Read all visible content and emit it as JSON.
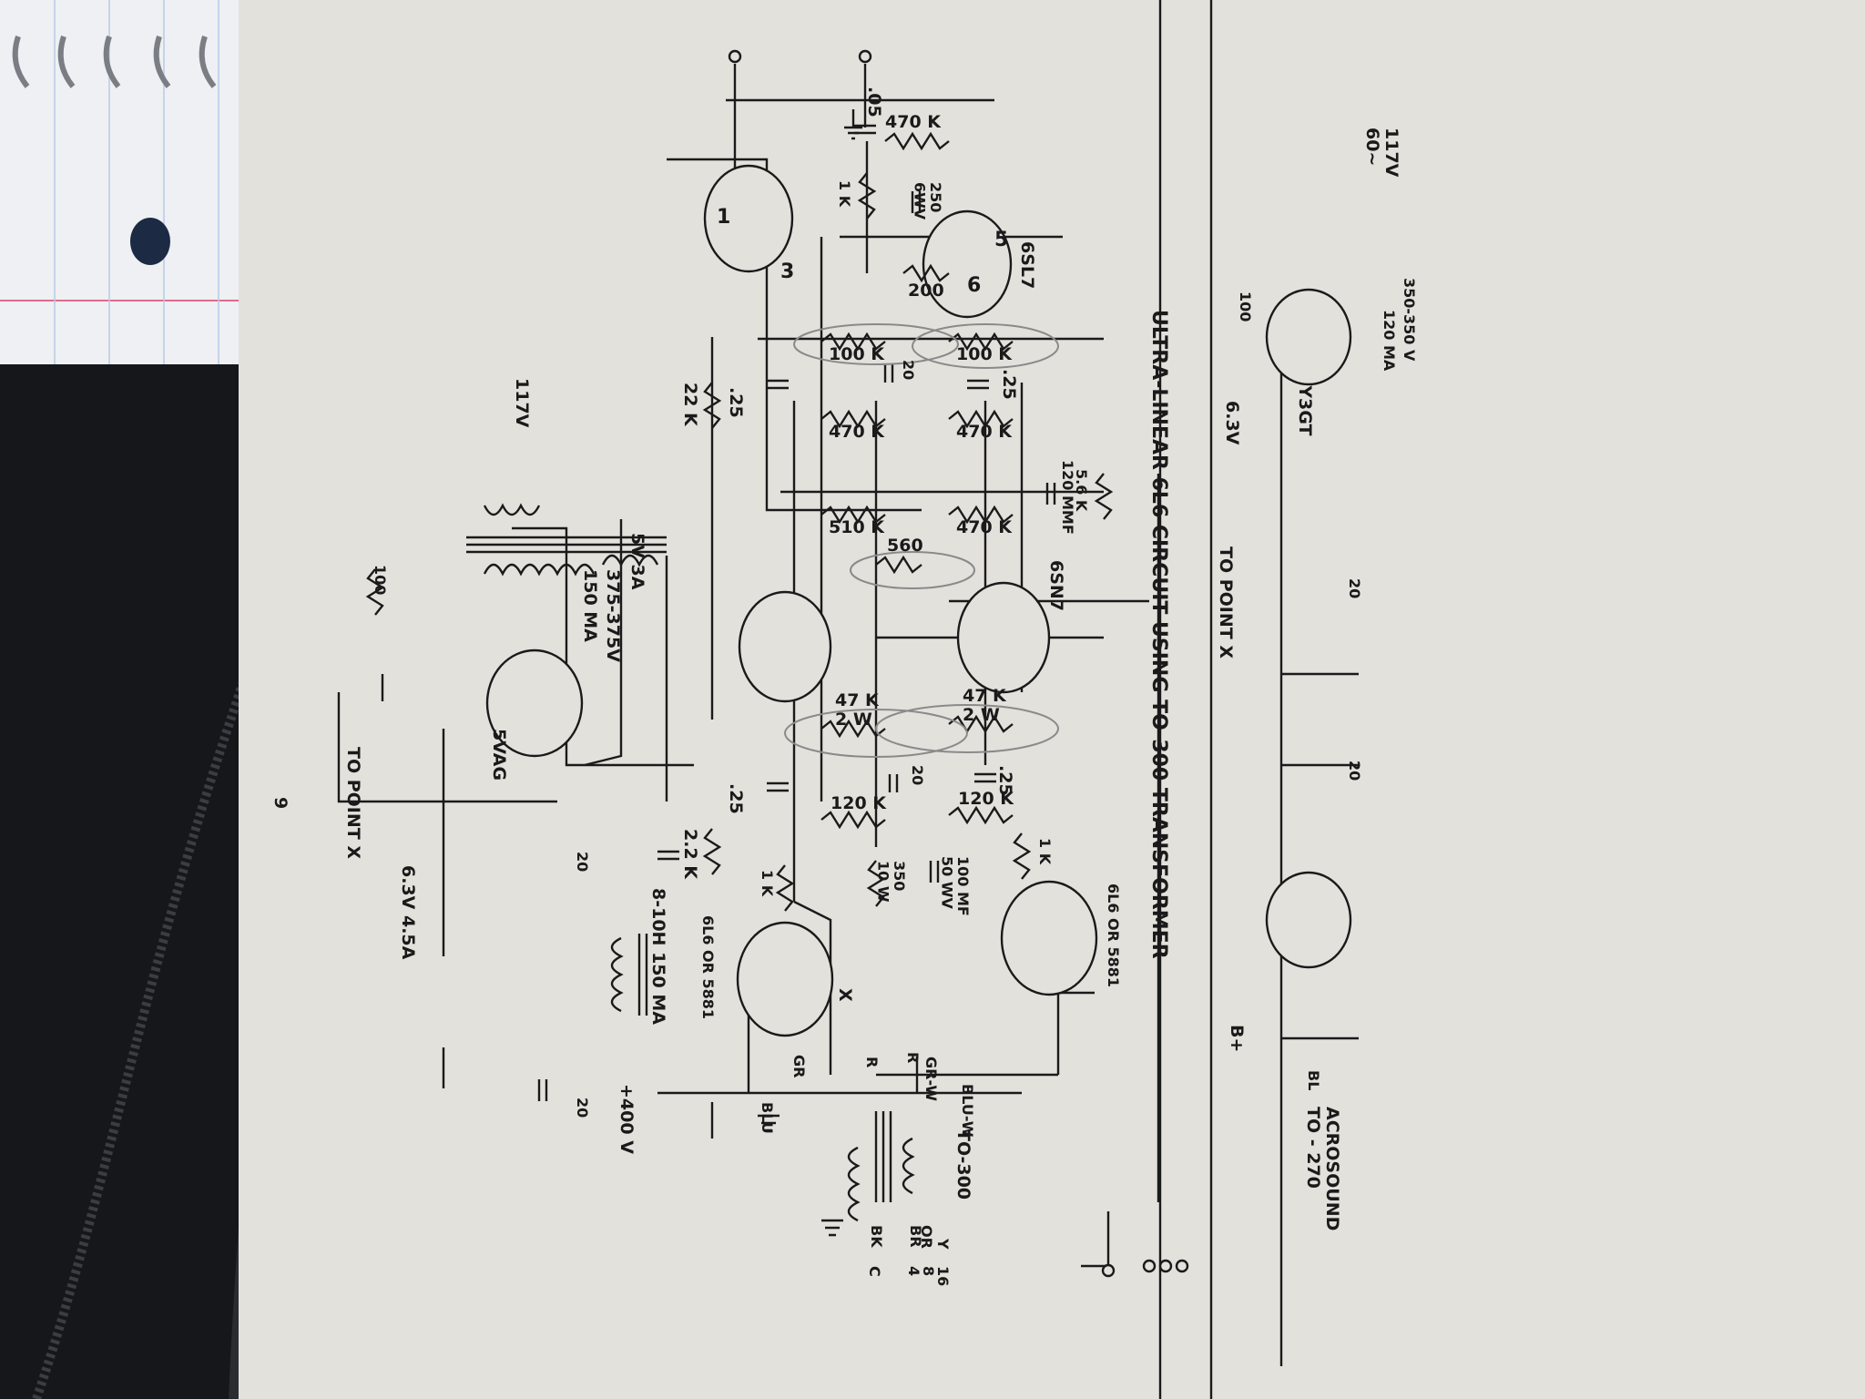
{
  "photo": {
    "page_number": "9",
    "pencil_marks": [
      "1",
      "3",
      "6",
      "5"
    ]
  },
  "main_schematic": {
    "title": "ULTRA-LINEAR 6L6 CIRCUIT USING TO-300 TRANSFORMER",
    "components": [
      {
        "id": "c_in",
        "label": ".05"
      },
      {
        "id": "r_470k_in",
        "label": "470 K"
      },
      {
        "id": "r_1k_cath",
        "label": "1 K"
      },
      {
        "id": "c_250",
        "label": "250\n6WV"
      },
      {
        "id": "r_200",
        "label": "200"
      },
      {
        "id": "tube_6sl7",
        "label": "6SL7"
      },
      {
        "id": "r_100k_a",
        "label": "100 K"
      },
      {
        "id": "r_100k_b",
        "label": "100 K"
      },
      {
        "id": "c_25_a",
        "label": ".25"
      },
      {
        "id": "c_20_a",
        "label": "20"
      },
      {
        "id": "c_25_b",
        "label": ".25"
      },
      {
        "id": "r_470k_a",
        "label": "470 K"
      },
      {
        "id": "r_470k_b",
        "label": "470 K"
      },
      {
        "id": "r_22k",
        "label": "22 K"
      },
      {
        "id": "r_510k",
        "label": "510 K"
      },
      {
        "id": "r_470k_c",
        "label": "470 K"
      },
      {
        "id": "r_5_6k",
        "label": "5.6 K"
      },
      {
        "id": "c_120mmf",
        "label": "120 MMF"
      },
      {
        "id": "r_560",
        "label": "560"
      },
      {
        "id": "tube_6sn7",
        "label": "6SN7"
      },
      {
        "id": "r_47k_a",
        "label": "47 K\n2 W"
      },
      {
        "id": "r_47k_b",
        "label": "47 K\n2 W"
      },
      {
        "id": "c_25_c",
        "label": ".25"
      },
      {
        "id": "c_20_b",
        "label": "20"
      },
      {
        "id": "c_25_d",
        "label": ".25"
      },
      {
        "id": "r_120k_a",
        "label": "120 K"
      },
      {
        "id": "r_120k_b",
        "label": "120 K"
      },
      {
        "id": "r_2_2k",
        "label": "2.2 K"
      },
      {
        "id": "r_1k_a",
        "label": "1 K"
      },
      {
        "id": "r_1k_b",
        "label": "1 K"
      },
      {
        "id": "r_350",
        "label": "350\n10 W"
      },
      {
        "id": "c_100mf",
        "label": "100 MF\n50 WV"
      },
      {
        "id": "tube_out_a",
        "label": "6L6 OR 5881"
      },
      {
        "id": "tube_out_b",
        "label": "6L6 OR 5881"
      },
      {
        "id": "x_point",
        "label": "X"
      },
      {
        "id": "wire_gr",
        "label": "GR"
      },
      {
        "id": "wire_r_a",
        "label": "R"
      },
      {
        "id": "wire_r_b",
        "label": "R"
      },
      {
        "id": "wire_grw",
        "label": "GR-W"
      },
      {
        "id": "wire_blu",
        "label": "BLU"
      },
      {
        "id": "wire_bluw",
        "label": "BLU-W"
      },
      {
        "id": "xfmr_out",
        "label": "TO-300"
      },
      {
        "id": "tap_y",
        "label": "Y"
      },
      {
        "id": "tap_or",
        "label": "OR"
      },
      {
        "id": "tap_br",
        "label": "BR"
      },
      {
        "id": "tap_bk",
        "label": "BK"
      },
      {
        "id": "term_16",
        "label": "16"
      },
      {
        "id": "term_8",
        "label": "8"
      },
      {
        "id": "term_4",
        "label": "4"
      },
      {
        "id": "term_c",
        "label": "C"
      }
    ],
    "power_supply": [
      {
        "id": "ps_117v",
        "label": "117V"
      },
      {
        "id": "ps_5v",
        "label": "5V  3A"
      },
      {
        "id": "ps_hv",
        "label": "375-375V"
      },
      {
        "id": "ps_150ma",
        "label": "150 MA"
      },
      {
        "id": "ps_rect",
        "label": "5VAG"
      },
      {
        "id": "ps_c20_a",
        "label": "20"
      },
      {
        "id": "ps_choke",
        "label": "8-10H  150 MA"
      },
      {
        "id": "ps_c20_b",
        "label": "20"
      },
      {
        "id": "ps_bplus",
        "label": "+400 V"
      },
      {
        "id": "ps_heater",
        "label": "6.3V  4.5A"
      },
      {
        "id": "ps_pot",
        "label": "100"
      },
      {
        "id": "ps_topoint",
        "label": "TO POINT  X"
      }
    ]
  },
  "side_schematic": {
    "title": "ACROSOUND\nTO - 270",
    "labels": [
      {
        "id": "s_117v",
        "label": "117V\n60~"
      },
      {
        "id": "s_350",
        "label": "350-350 V"
      },
      {
        "id": "s_120ma",
        "label": "120 MA"
      },
      {
        "id": "s_5y3",
        "label": "5Y3GT"
      },
      {
        "id": "s_100",
        "label": "100"
      },
      {
        "id": "s_63v",
        "label": "6.3V"
      },
      {
        "id": "s_topoint",
        "label": "TO POINT  X"
      },
      {
        "id": "s_20a",
        "label": "20"
      },
      {
        "id": "s_20b",
        "label": "20"
      },
      {
        "id": "s_bplus",
        "label": "B+"
      },
      {
        "id": "s_bl",
        "label": "BL"
      }
    ]
  }
}
